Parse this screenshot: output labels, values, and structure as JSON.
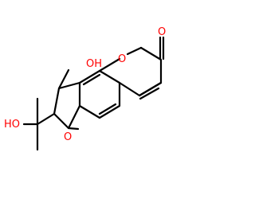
{
  "molecule": {
    "atom_labels": {
      "carbonyl_oxygen": "O",
      "lactone_oxygen": "O",
      "furan_oxygen": "O",
      "ring_hydroxyl": "OH",
      "side_hydroxyl": "HO"
    }
  },
  "colors": {
    "bond": "#000000",
    "heteroatom": "#ff0000",
    "background": "#ffffff"
  }
}
